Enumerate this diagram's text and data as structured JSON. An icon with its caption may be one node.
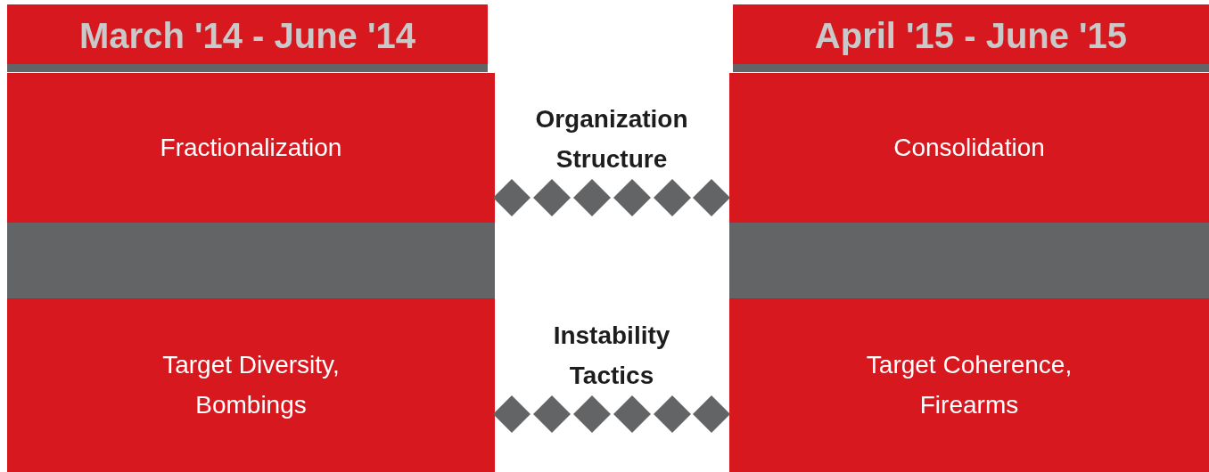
{
  "diagram": {
    "nodes": [
      {
        "text": [
          "March '14 - June '14"
        ]
      },
      {
        "text": [
          "Fractionalization"
        ]
      },
      {
        "text": [],
        "shape": "bar"
      },
      {
        "text": [
          "Target Diversity, Bombings"
        ]
      },
      {
        "text": [
          "April '15 - June '15"
        ]
      },
      {
        "text": [
          "Consolidation"
        ]
      },
      {
        "text": [],
        "shape": "bar"
      },
      {
        "text": [
          "Target Coherence, Firearms"
        ]
      }
    ],
    "labels": [
      "Organization Structure",
      "Instability Tactics"
    ]
  }
}
